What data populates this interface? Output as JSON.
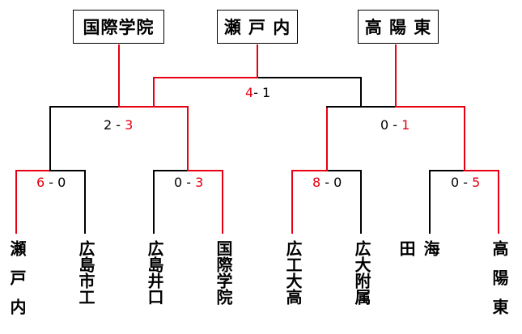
{
  "winners": [
    {
      "name": "国際学院"
    },
    {
      "name": "瀬 戸 内"
    },
    {
      "name": "高 陽 東"
    }
  ],
  "teams": [
    "瀬戸内",
    "広島市工",
    "広島井口",
    "国際学院",
    "広工大高",
    "広大附属",
    "海田",
    "高陽東"
  ],
  "scores": {
    "r1_a": {
      "left": "6",
      "sep": " - ",
      "right": "0"
    },
    "r1_b": {
      "left": "0",
      "sep": " - ",
      "right": "3"
    },
    "r1_c": {
      "left": "8",
      "sep": " - ",
      "right": "0"
    },
    "r1_d": {
      "left": "0",
      "sep": " - ",
      "right": "5"
    },
    "r2_a": {
      "left": "2",
      "sep": " - ",
      "right": "3"
    },
    "r2_b": {
      "left": "0",
      "sep": " - ",
      "right": "1"
    },
    "final": {
      "left": "4",
      "sep": "- ",
      "right": "1"
    }
  },
  "colors": {
    "win_line": "#e60012",
    "lose_line": "#000000",
    "text": "#000000"
  }
}
